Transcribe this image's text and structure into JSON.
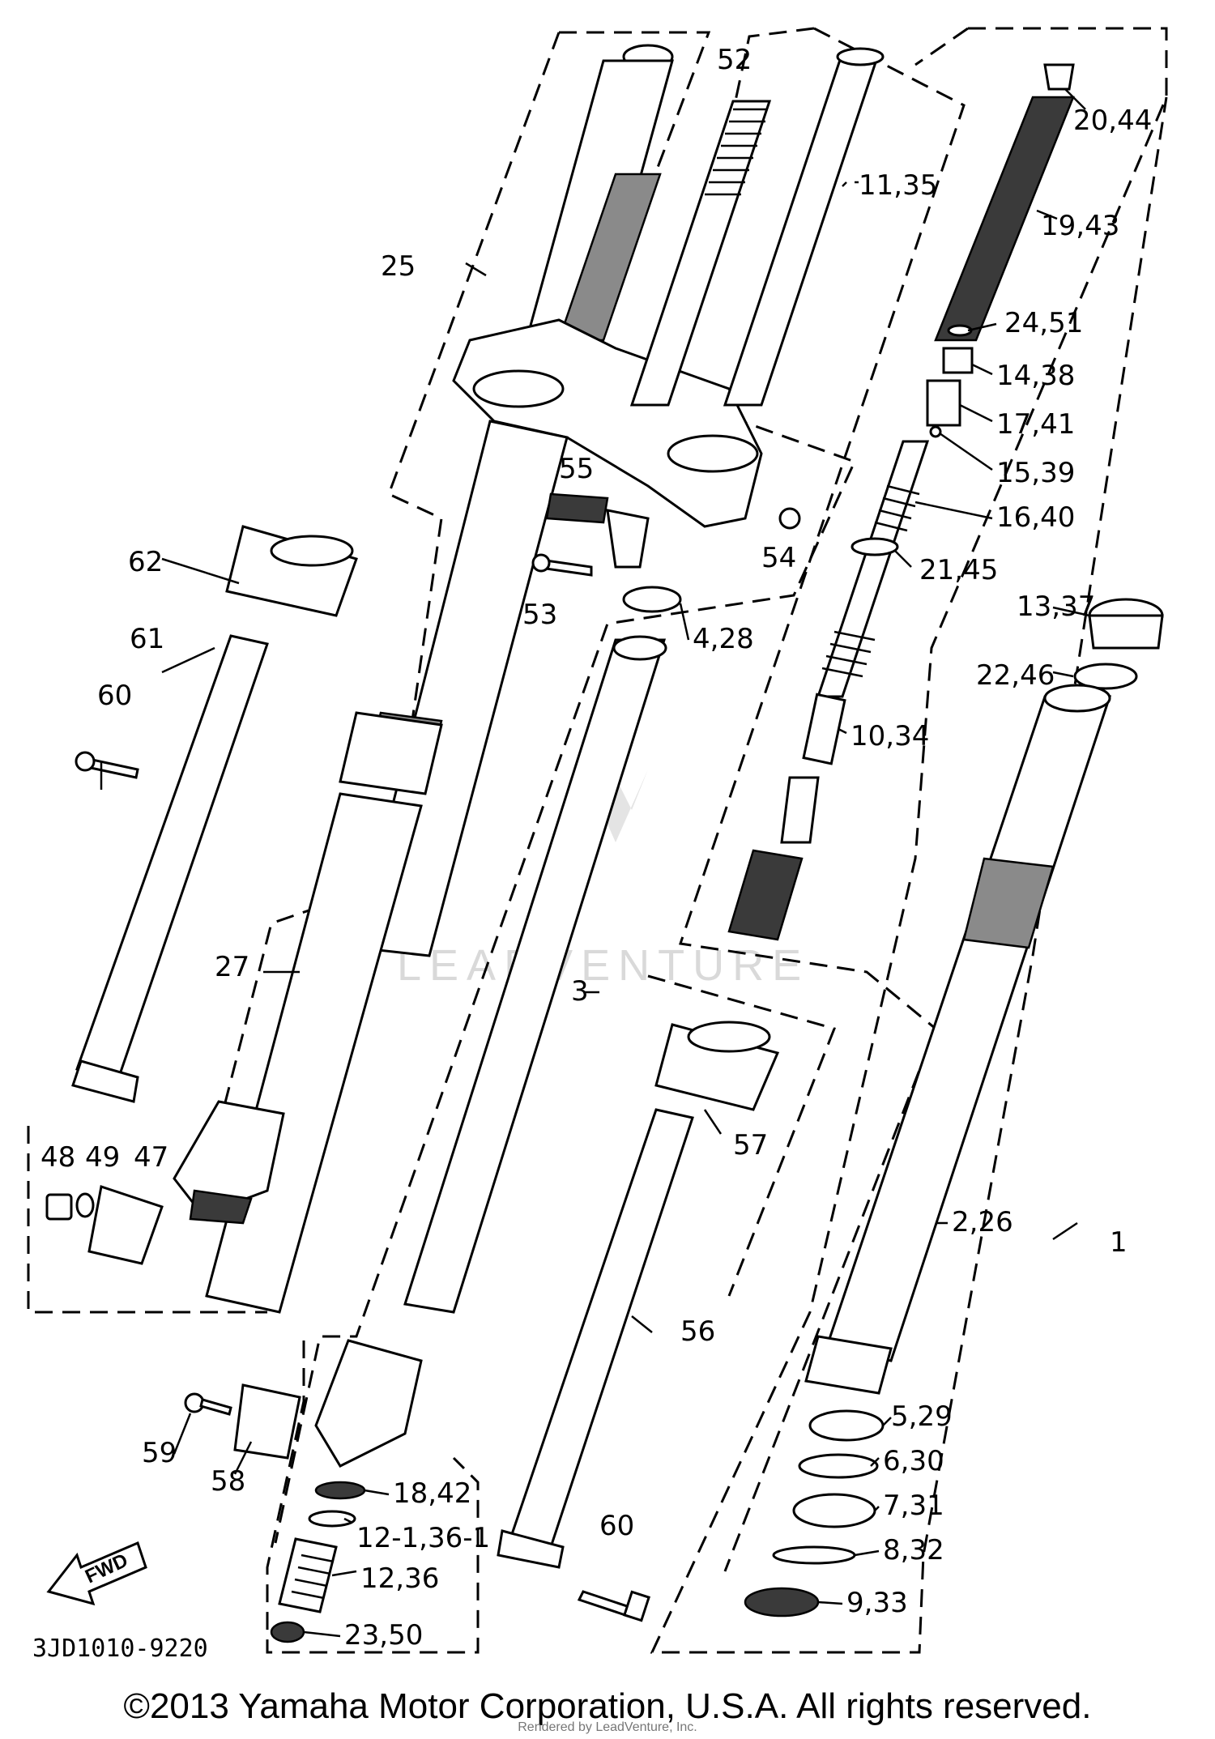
{
  "diagram": {
    "labels": {
      "p1": "1",
      "p2_26": "2,26",
      "p3": "3",
      "p4_28": "4,28",
      "p5_29": "5,29",
      "p6_30": "6,30",
      "p7_31": "7,31",
      "p8_32": "8,32",
      "p9_33": "9,33",
      "p10_34": "10,34",
      "p11_35": "11,35",
      "p12_36": "12,36",
      "p12_1_36_1": "12-1,36-1",
      "p13_37": "13,37",
      "p14_38": "14,38",
      "p15_39": "15,39",
      "p16_40": "16,40",
      "p17_41": "17,41",
      "p18_42": "18,42",
      "p19_43": "19,43",
      "p20_44": "20,44",
      "p21_45": "21,45",
      "p22_46": "22,46",
      "p23_50": "23,50",
      "p24_51": "24,51",
      "p25": "25",
      "p27": "27",
      "p47": "47",
      "p48": "48",
      "p49": "49",
      "p52": "52",
      "p53": "53",
      "p54": "54",
      "p55": "55",
      "p56": "56",
      "p57": "57",
      "p58": "58",
      "p59": "59",
      "p60a": "60",
      "p60b": "60",
      "p61": "61",
      "p62": "62"
    },
    "fwd_label": "FWD",
    "reference_code": "3JD1010-9220",
    "watermark": "LEADVENTURE"
  },
  "footer": {
    "copyright": "©2013 Yamaha Motor Corporation, U.S.A. All rights reserved.",
    "rendered_by": "Rendered by LeadVenture, Inc."
  }
}
